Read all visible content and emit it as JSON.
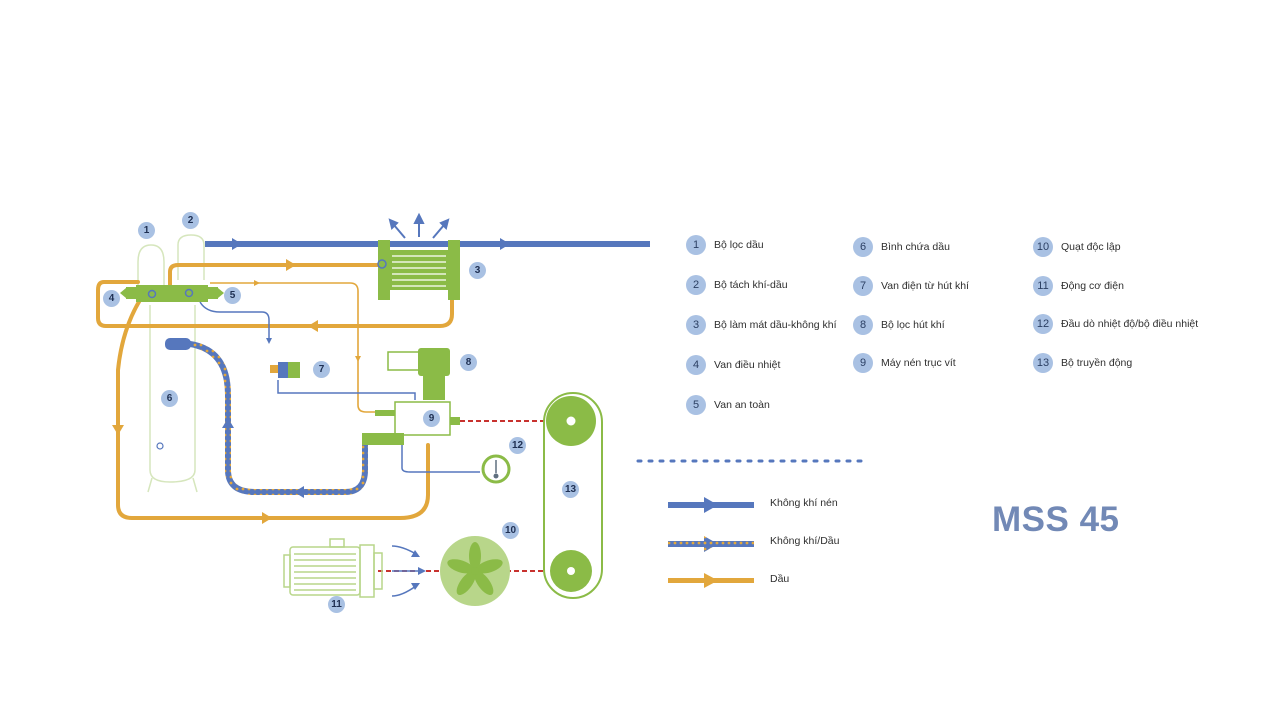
{
  "colors": {
    "compressed_air": "#5677bd",
    "oil": "#e2a73c",
    "green": "#8bbb47",
    "green_light": "#b8d68a",
    "mech": "#c8322e",
    "badge": "#a9c1e3"
  },
  "components": [
    {
      "num": "1",
      "label": "Bộ lọc dầu"
    },
    {
      "num": "2",
      "label": "Bộ tách khí-dầu"
    },
    {
      "num": "3",
      "label": "Bộ làm mát dầu-không khí"
    },
    {
      "num": "4",
      "label": "Van điều nhiệt"
    },
    {
      "num": "5",
      "label": "Van an toàn"
    },
    {
      "num": "6",
      "label": "Bình chứa dầu"
    },
    {
      "num": "7",
      "label": "Van điện từ hút khí"
    },
    {
      "num": "8",
      "label": "Bộ lọc hút khí"
    },
    {
      "num": "9",
      "label": "Máy nén trục vít"
    },
    {
      "num": "10",
      "label": "Quạt độc lập"
    },
    {
      "num": "11",
      "label": "Động cơ điện"
    },
    {
      "num": "12",
      "label": "Đầu dò nhiệt độ/bộ điều nhiệt"
    },
    {
      "num": "13",
      "label": "Bộ truyền động"
    }
  ],
  "line_legend": {
    "compressed_air": "Không khí nén",
    "air_oil": "Không khí/Dầu",
    "oil": "Dầu"
  },
  "model": "MSS 45"
}
